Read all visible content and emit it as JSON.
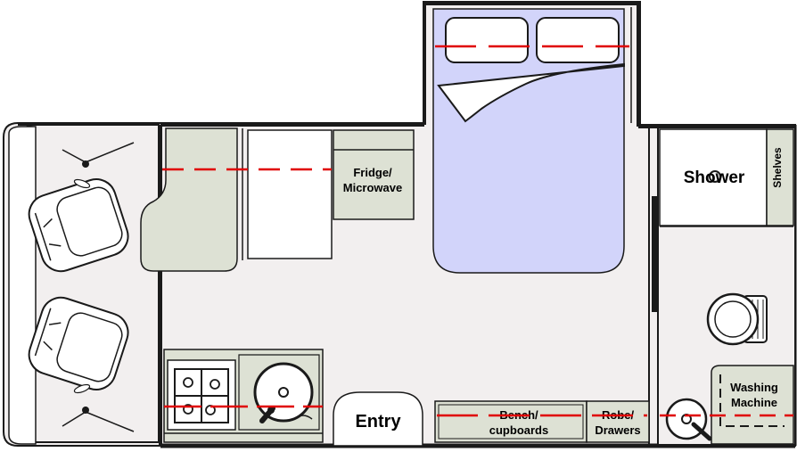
{
  "labels": {
    "fridge_line1": "Fridge/",
    "fridge_line2": "Microwave",
    "shower": "Shower",
    "shelves": "Shelves",
    "washing_line1": "Washing",
    "washing_line2": "Machine",
    "entry": "Entry",
    "bench_line1": "Bench/",
    "bench_line2": "cupboards",
    "robe_line1": "Robe/",
    "robe_line2": "Drawers"
  },
  "colors": {
    "floor": "#f2efef",
    "cabinet": "#dde1d4",
    "bed": "#d2d4fa",
    "wall": "#1a1a1a",
    "dash": "#e00000",
    "white": "#ffffff"
  }
}
